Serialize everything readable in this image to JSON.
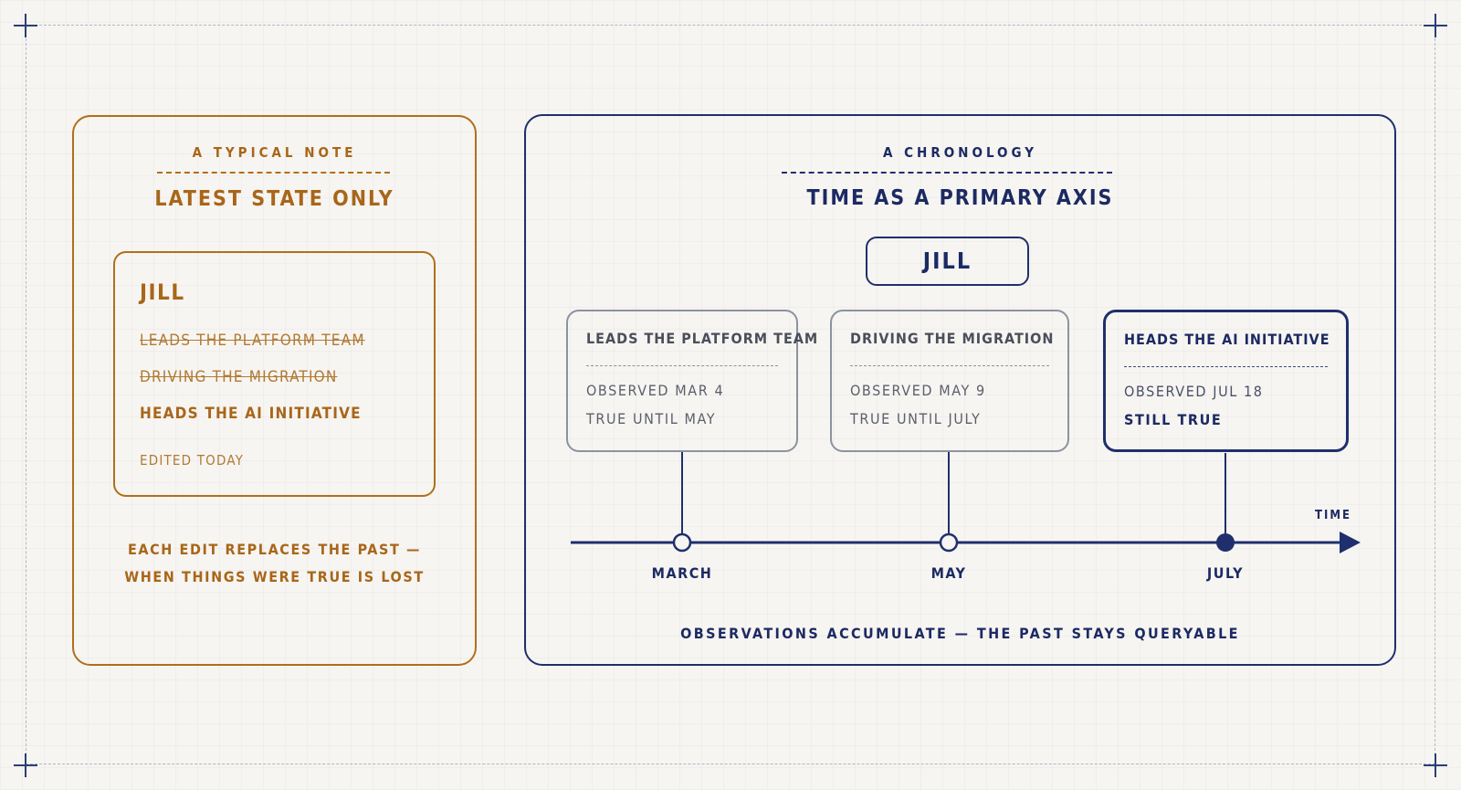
{
  "typical_note": {
    "eyebrow": "A TYPICAL NOTE",
    "title": "LATEST STATE ONLY",
    "note": {
      "name": "JILL",
      "struck_lines": [
        "LEADS THE PLATFORM TEAM",
        "DRIVING THE MIGRATION"
      ],
      "current_line": "HEADS THE AI INITIATIVE",
      "edited": "EDITED TODAY"
    },
    "footer": [
      "EACH EDIT REPLACES THE PAST —",
      "WHEN THINGS WERE TRUE IS LOST"
    ]
  },
  "chronology": {
    "eyebrow": "A CHRONOLOGY",
    "title": "TIME AS A PRIMARY AXIS",
    "entity": "JILL",
    "observations": [
      {
        "heading": "LEADS THE PLATFORM TEAM",
        "observed": "OBSERVED MAR 4",
        "validity": "TRUE UNTIL MAY",
        "month": "MARCH",
        "current": false
      },
      {
        "heading": "DRIVING THE MIGRATION",
        "observed": "OBSERVED MAY 9",
        "validity": "TRUE UNTIL JULY",
        "month": "MAY",
        "current": false
      },
      {
        "heading": "HEADS THE AI INITIATIVE",
        "observed": "OBSERVED JUL 18",
        "validity": "STILL TRUE",
        "month": "JULY",
        "current": true
      }
    ],
    "axis_label": "TIME",
    "footer": "OBSERVATIONS ACCUMULATE — THE PAST STAYS QUERYABLE"
  },
  "colors": {
    "amber": "#b06f1b",
    "navy": "#1f2f6d",
    "muted": "#8c92a1",
    "background": "#f7f5f1"
  }
}
